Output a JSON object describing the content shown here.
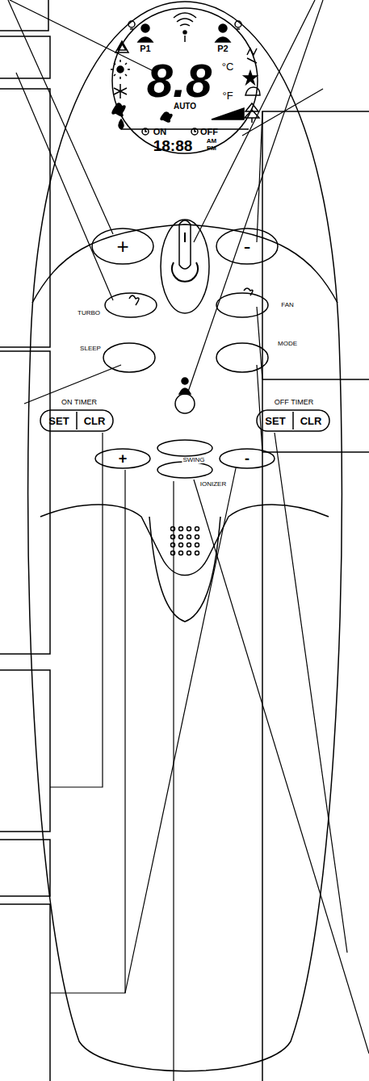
{
  "diagram": {
    "labels": [
      "P1",
      "P2",
      "8.8",
      "°C",
      "°F",
      "AUTO",
      "ON",
      "OFF",
      "18:88",
      "AM",
      "PM",
      "+",
      "-",
      "TURBO",
      "FAN",
      "SLEEP",
      "MODE",
      "ON TIMER",
      "SET",
      "CLR",
      "OFF TIMER",
      "SET",
      "CLR",
      "+",
      "-",
      "SWING",
      "IONIZER"
    ]
  }
}
